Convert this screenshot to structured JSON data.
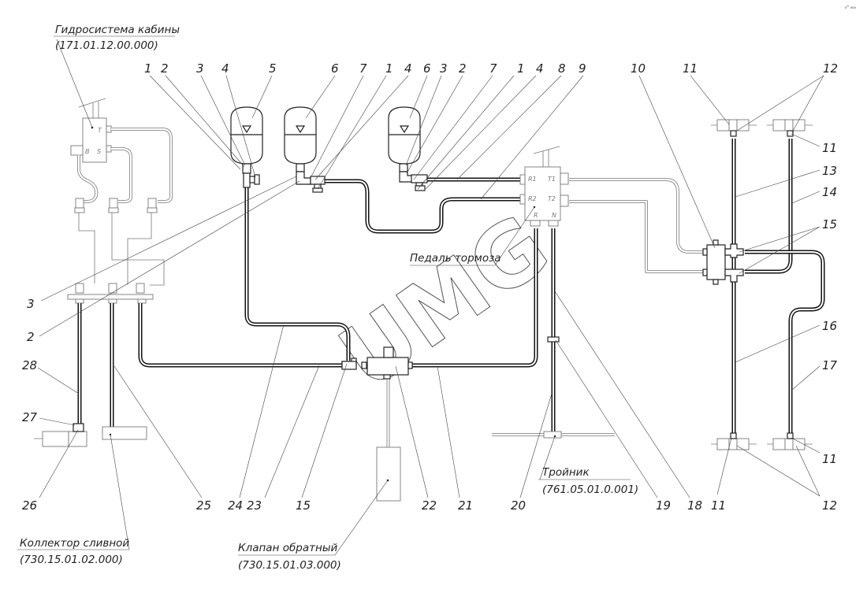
{
  "corner_mark": "₀⁰ ₀₀₀",
  "watermark": "UMG",
  "captions": {
    "cabin_hydraulics": {
      "name": "Гидросистема кабины",
      "code": "(171.01.12.00.000)"
    },
    "brake_pedal": {
      "name": "Педаль тормоза"
    },
    "drain_manifold": {
      "name": "Коллектор сливной",
      "code": "(730.15.01.02.000)"
    },
    "check_valve": {
      "name": "Клапан обратный",
      "code": "(730.15.01.03.000)"
    },
    "tee": {
      "name": "Тройник",
      "code": "(761.05.01.0.001)"
    }
  },
  "ports": {
    "cabin": [
      "T",
      "B",
      "S"
    ],
    "pedal": [
      "R1",
      "T1",
      "R2",
      "T2",
      "R",
      "N"
    ]
  },
  "callouts": {
    "top": [
      "1",
      "2",
      "3",
      "4",
      "5",
      "6",
      "7",
      "1",
      "4",
      "6",
      "3",
      "2",
      "7",
      "1",
      "4",
      "8",
      "9",
      "10",
      "11",
      "12"
    ],
    "right": [
      "11",
      "13",
      "14",
      "15",
      "16",
      "17"
    ],
    "bottom_right": [
      "11",
      "11",
      "12"
    ],
    "bottom": [
      "26",
      "25",
      "24",
      "23",
      "15",
      "22",
      "21",
      "20",
      "19",
      "18"
    ],
    "left": [
      "3",
      "2",
      "28",
      "27"
    ]
  }
}
